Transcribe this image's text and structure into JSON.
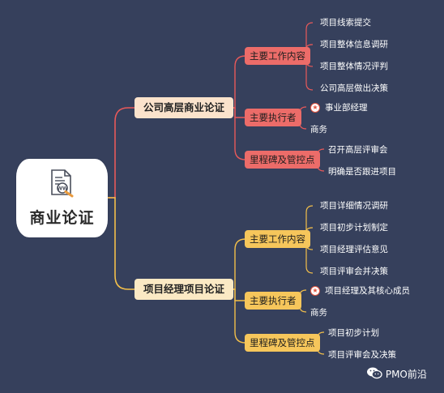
{
  "root": {
    "title": "商业论证",
    "icon": "document-search-icon"
  },
  "branches": [
    {
      "label": "公司高层商业论证",
      "color": "#e8595a",
      "children": [
        {
          "label": "主要工作内容",
          "items": [
            "项目线索提交",
            "项目整体信息调研",
            "项目整体情况评判",
            "公司高层做出决策"
          ]
        },
        {
          "label": "主要执行者",
          "items": [
            {
              "text": "事业部经理",
              "starred": true
            },
            {
              "text": "商务",
              "starred": false
            }
          ]
        },
        {
          "label": "里程碑及管控点",
          "items": [
            "召开高层评审会",
            "明确是否跟进项目"
          ]
        }
      ]
    },
    {
      "label": "项目经理项目论证",
      "color": "#f3bf4a",
      "children": [
        {
          "label": "主要工作内容",
          "items": [
            "项目详细情况调研",
            "项目初步计划制定",
            "项目经理评估意见",
            "项目评审会并决策"
          ]
        },
        {
          "label": "主要执行者",
          "items": [
            {
              "text": "项目经理及其核心成员",
              "starred": true
            },
            {
              "text": "商务",
              "starred": false
            }
          ]
        },
        {
          "label": "里程碑及管控点",
          "items": [
            "项目初步计划",
            "项目评审会及决策"
          ]
        }
      ]
    }
  ],
  "watermark": {
    "text": "PMO前沿",
    "icon": "wechat-icon"
  }
}
